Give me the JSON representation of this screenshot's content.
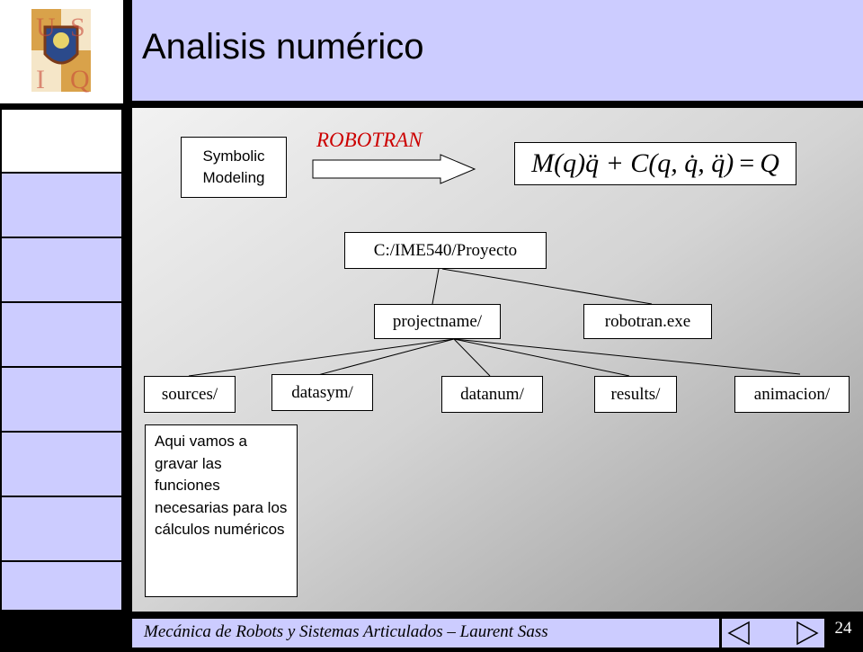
{
  "title": "Analisis numérico",
  "robotran_label": "ROBOTRAN",
  "symbolic_box": {
    "line1": "Symbolic",
    "line2": "Modeling"
  },
  "equation": {
    "lhs": "M(q)q̈ + C(q, q̇, q̈)",
    "eq": "=",
    "rhs": "Q"
  },
  "tree": {
    "root": "C:/IME540/Proyecto",
    "level1": [
      "projectname/",
      "robotran.exe"
    ],
    "level2": [
      "sources/",
      "datasym/",
      "datanum/",
      "results/",
      "animacion/"
    ]
  },
  "note": "Aqui vamos a gravar las funciones necesarias para los cálculos numéricos",
  "footer": "Mecánica de Robots y Sistemas Articulados – Laurent Sass",
  "page_number": "24",
  "colors": {
    "accent": "#ccccff",
    "robotran_red": "#cc0000"
  },
  "icons": {
    "logo": "university-crest-icon",
    "prev": "previous-slide-icon",
    "next": "next-slide-icon"
  }
}
